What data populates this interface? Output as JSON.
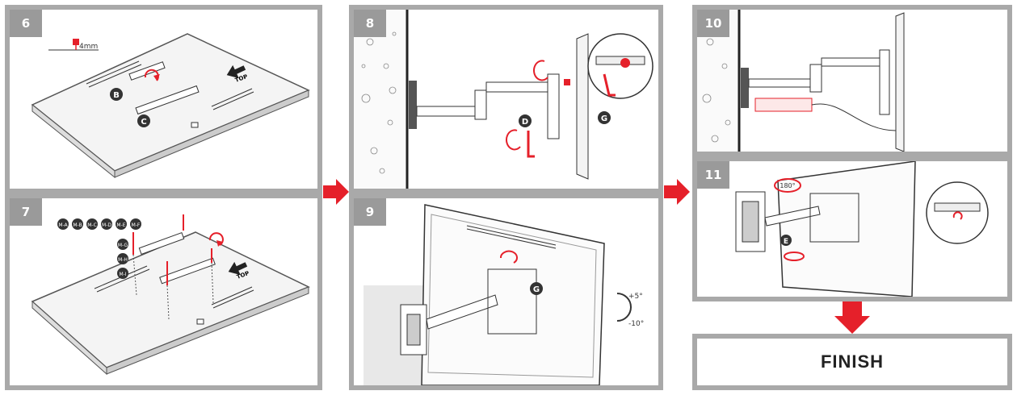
{
  "steps": [
    {
      "number": "6",
      "spacer": "4mm",
      "top_label": "TOP",
      "parts": [
        "B",
        "C"
      ]
    },
    {
      "number": "7",
      "top_label": "TOP",
      "bolts": [
        "M-A",
        "M-B",
        "M-C",
        "M-D",
        "M-E",
        "M-F"
      ],
      "washers": [
        "M-G",
        "M-H",
        "M-I"
      ]
    },
    {
      "number": "8",
      "parts": [
        "D",
        "G"
      ]
    },
    {
      "number": "9",
      "parts": [
        "G"
      ],
      "tilt_up": "+5°",
      "tilt_down": "-10°"
    },
    {
      "number": "10"
    },
    {
      "number": "11",
      "rotation": "180°",
      "parts": [
        "E"
      ]
    }
  ],
  "finish_label": "FINISH",
  "colors": {
    "accent": "#e5202a",
    "frame": "#a9a9a9",
    "badge": "#333333"
  }
}
